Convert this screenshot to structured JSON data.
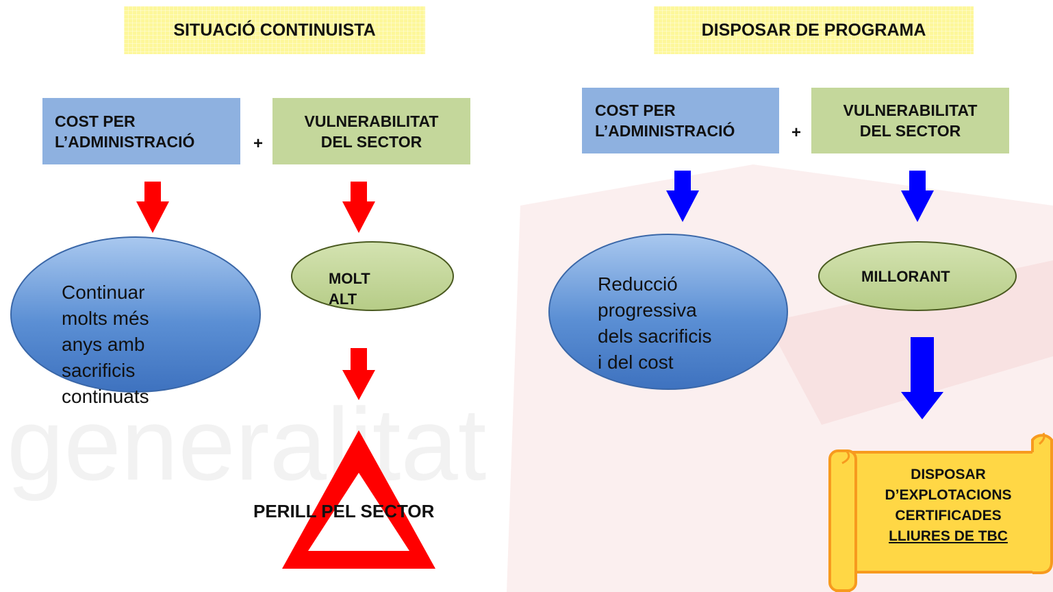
{
  "left": {
    "title": "SITUACIÓ CONTINUISTA",
    "cost_box": [
      "COST PER",
      "L’ADMINISTRACIÓ"
    ],
    "plus": "+",
    "vuln_box": [
      "VULNERABILITAT",
      "DEL SECTOR"
    ],
    "cost_result": [
      "Continuar",
      "molts més",
      "anys amb",
      "sacrificis",
      "continuats"
    ],
    "vuln_result": [
      "MOLT",
      "ALT"
    ],
    "danger_label": "PERILL PEL SECTOR"
  },
  "right": {
    "title": "DISPOSAR DE PROGRAMA",
    "cost_box": [
      "COST PER",
      "L’ADMINISTRACIÓ"
    ],
    "plus": "+",
    "vuln_box": [
      "VULNERABILITAT",
      "DEL SECTOR"
    ],
    "cost_result": [
      "Reducció",
      "progressiva",
      "dels sacrificis",
      "i del cost"
    ],
    "vuln_result": "MILLORANT",
    "outcome": [
      "DISPOSAR",
      "D’EXPLOTACIONS",
      "CERTIFICADES",
      "LLIURES DE TBC"
    ]
  },
  "colors": {
    "arrow_red": "#ff0000",
    "arrow_blue": "#0000ff",
    "box_blue": "#8eb1e0",
    "box_green": "#c4d79b",
    "title_yellow": "#fdf79a",
    "ellipse_blue": "#4f81c7",
    "ellipse_green": "#c4d79b",
    "scroll_yellow": "#ffd745",
    "scroll_border": "#f79a1e"
  },
  "icons": {
    "down_arrow": "down-arrow-icon",
    "warning_triangle": "warning-triangle-icon",
    "scroll": "scroll-banner-icon"
  }
}
